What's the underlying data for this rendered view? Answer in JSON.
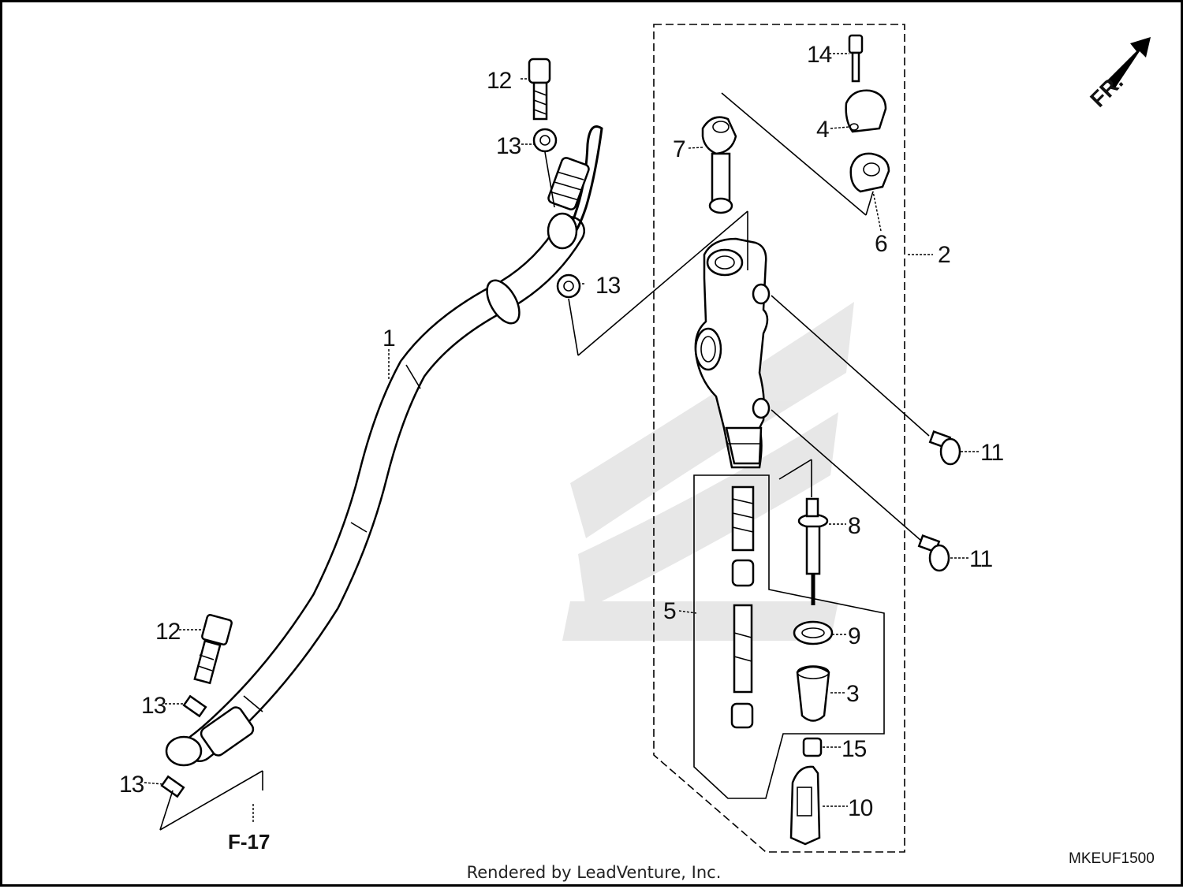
{
  "diagram": {
    "callouts": {
      "c1": "1",
      "c2": "2",
      "c3": "3",
      "c4": "4",
      "c5": "5",
      "c6": "6",
      "c7": "7",
      "c8": "8",
      "c9": "9",
      "c10": "10",
      "c11a": "11",
      "c11b": "11",
      "c12a": "12",
      "c12b": "12",
      "c13a": "13",
      "c13b": "13",
      "c13c": "13",
      "c13d": "13",
      "c14": "14",
      "c15": "15"
    },
    "reference": "F-17",
    "direction_label": "FR.",
    "diagram_code": "MKEUF1500",
    "credit": "Rendered by LeadVenture, Inc."
  }
}
